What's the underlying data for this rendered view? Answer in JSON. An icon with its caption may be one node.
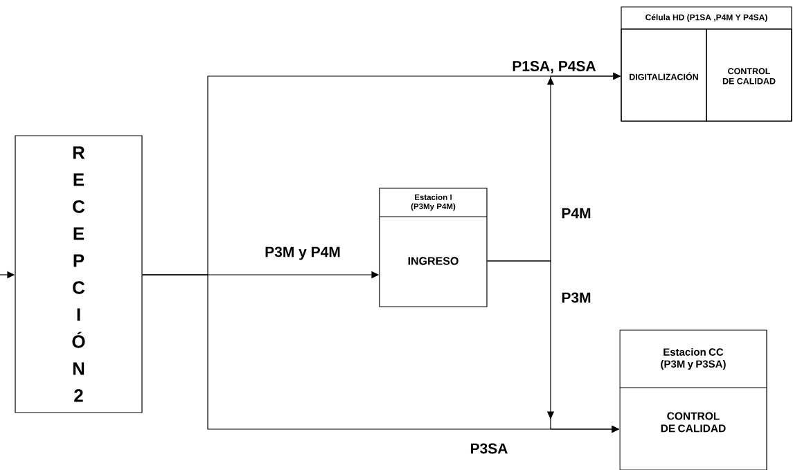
{
  "diagram": {
    "nodes": [
      {
        "text": [
          "R E C E P C I Ó N 2"
        ]
      },
      {
        "text": [
          "Estacion I (P3My P4M)",
          "INGRESO"
        ]
      },
      {
        "text": [
          "Célula HD (P1SA ,P4M Y P4SA)"
        ]
      },
      {
        "text": [
          "DIGITALIZACIÓN"
        ],
        "in": 2
      },
      {
        "text": [
          "CONTROL DE CALIDAD"
        ],
        "in": 2
      },
      {
        "text": [
          "Estacion CC (P3M y P3SA)",
          "CONTROL DE CALIDAD"
        ]
      }
    ],
    "edges": [
      {
        "from": null,
        "to": 0,
        "arrow": "to"
      },
      {
        "from": 0,
        "to": 1,
        "arrow": "to",
        "label": "P3M y P4M"
      },
      {
        "from": 0,
        "to": 3,
        "arrow": "to",
        "label": "P1SA, P4SA"
      },
      {
        "from": 0,
        "to": 5,
        "arrow": "to",
        "label": "P3SA"
      },
      {
        "from": 1,
        "to": 3,
        "arrow": "to",
        "label": "P4M"
      },
      {
        "from": 1,
        "to": 5,
        "arrow": "to",
        "label": "P3M"
      }
    ]
  }
}
